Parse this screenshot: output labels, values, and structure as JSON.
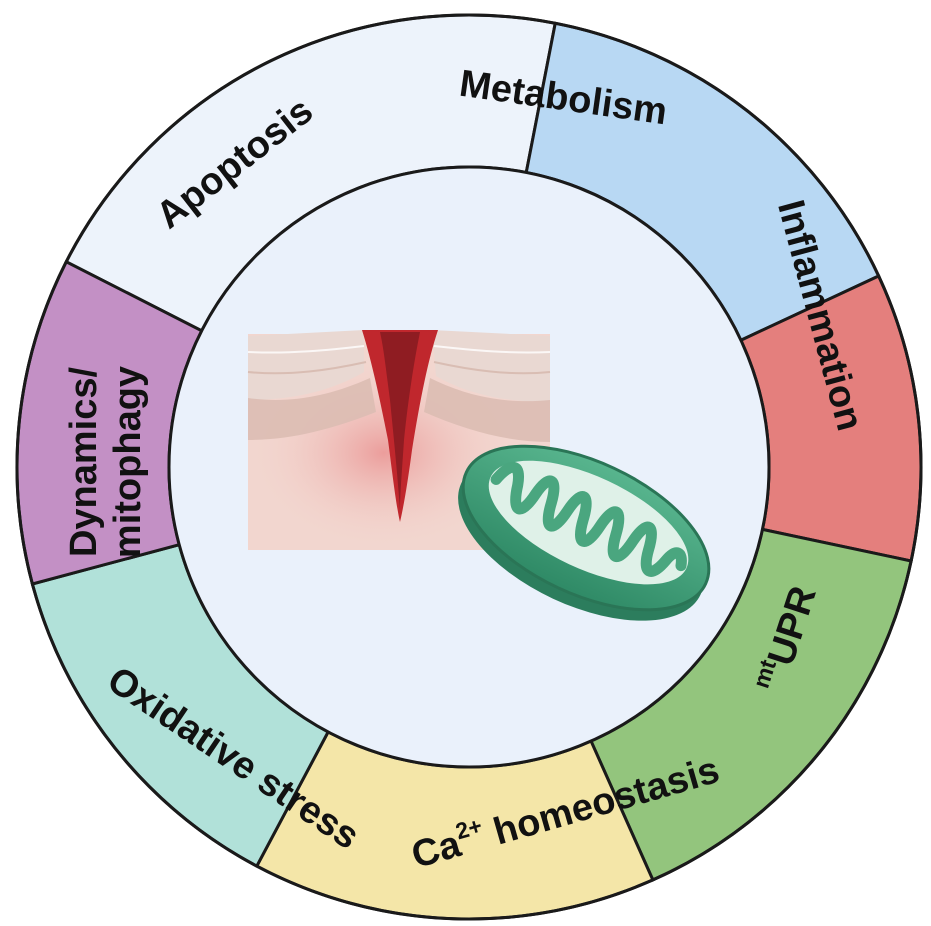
{
  "diagram": {
    "center_background": "#eaf1fb",
    "outline_color": "#1a1a1a",
    "center_illustrations": [
      "skin-wound-icon",
      "mitochondrion-icon"
    ],
    "segments": [
      {
        "key": "apoptosis",
        "label": "Apoptosis",
        "color": "#edf3fb"
      },
      {
        "key": "metabolism",
        "label": "Metabolism",
        "color": "#b8d8f3"
      },
      {
        "key": "inflammation",
        "label": "Inflammation",
        "color": "#e47f7d"
      },
      {
        "key": "mtupr",
        "label_sup": "mt",
        "label": "UPR",
        "color": "#93c57d"
      },
      {
        "key": "calcium",
        "label": "Ca",
        "label_sup": "2+",
        "label_rest": " homeostasis",
        "color": "#f4e6a8"
      },
      {
        "key": "oxidative",
        "label": "Oxidative stress",
        "color": "#b1e1d9"
      },
      {
        "key": "dynamics",
        "label_line1": "Dynamics/",
        "label_line2": "mitophagy",
        "color": "#c390c5"
      }
    ]
  }
}
